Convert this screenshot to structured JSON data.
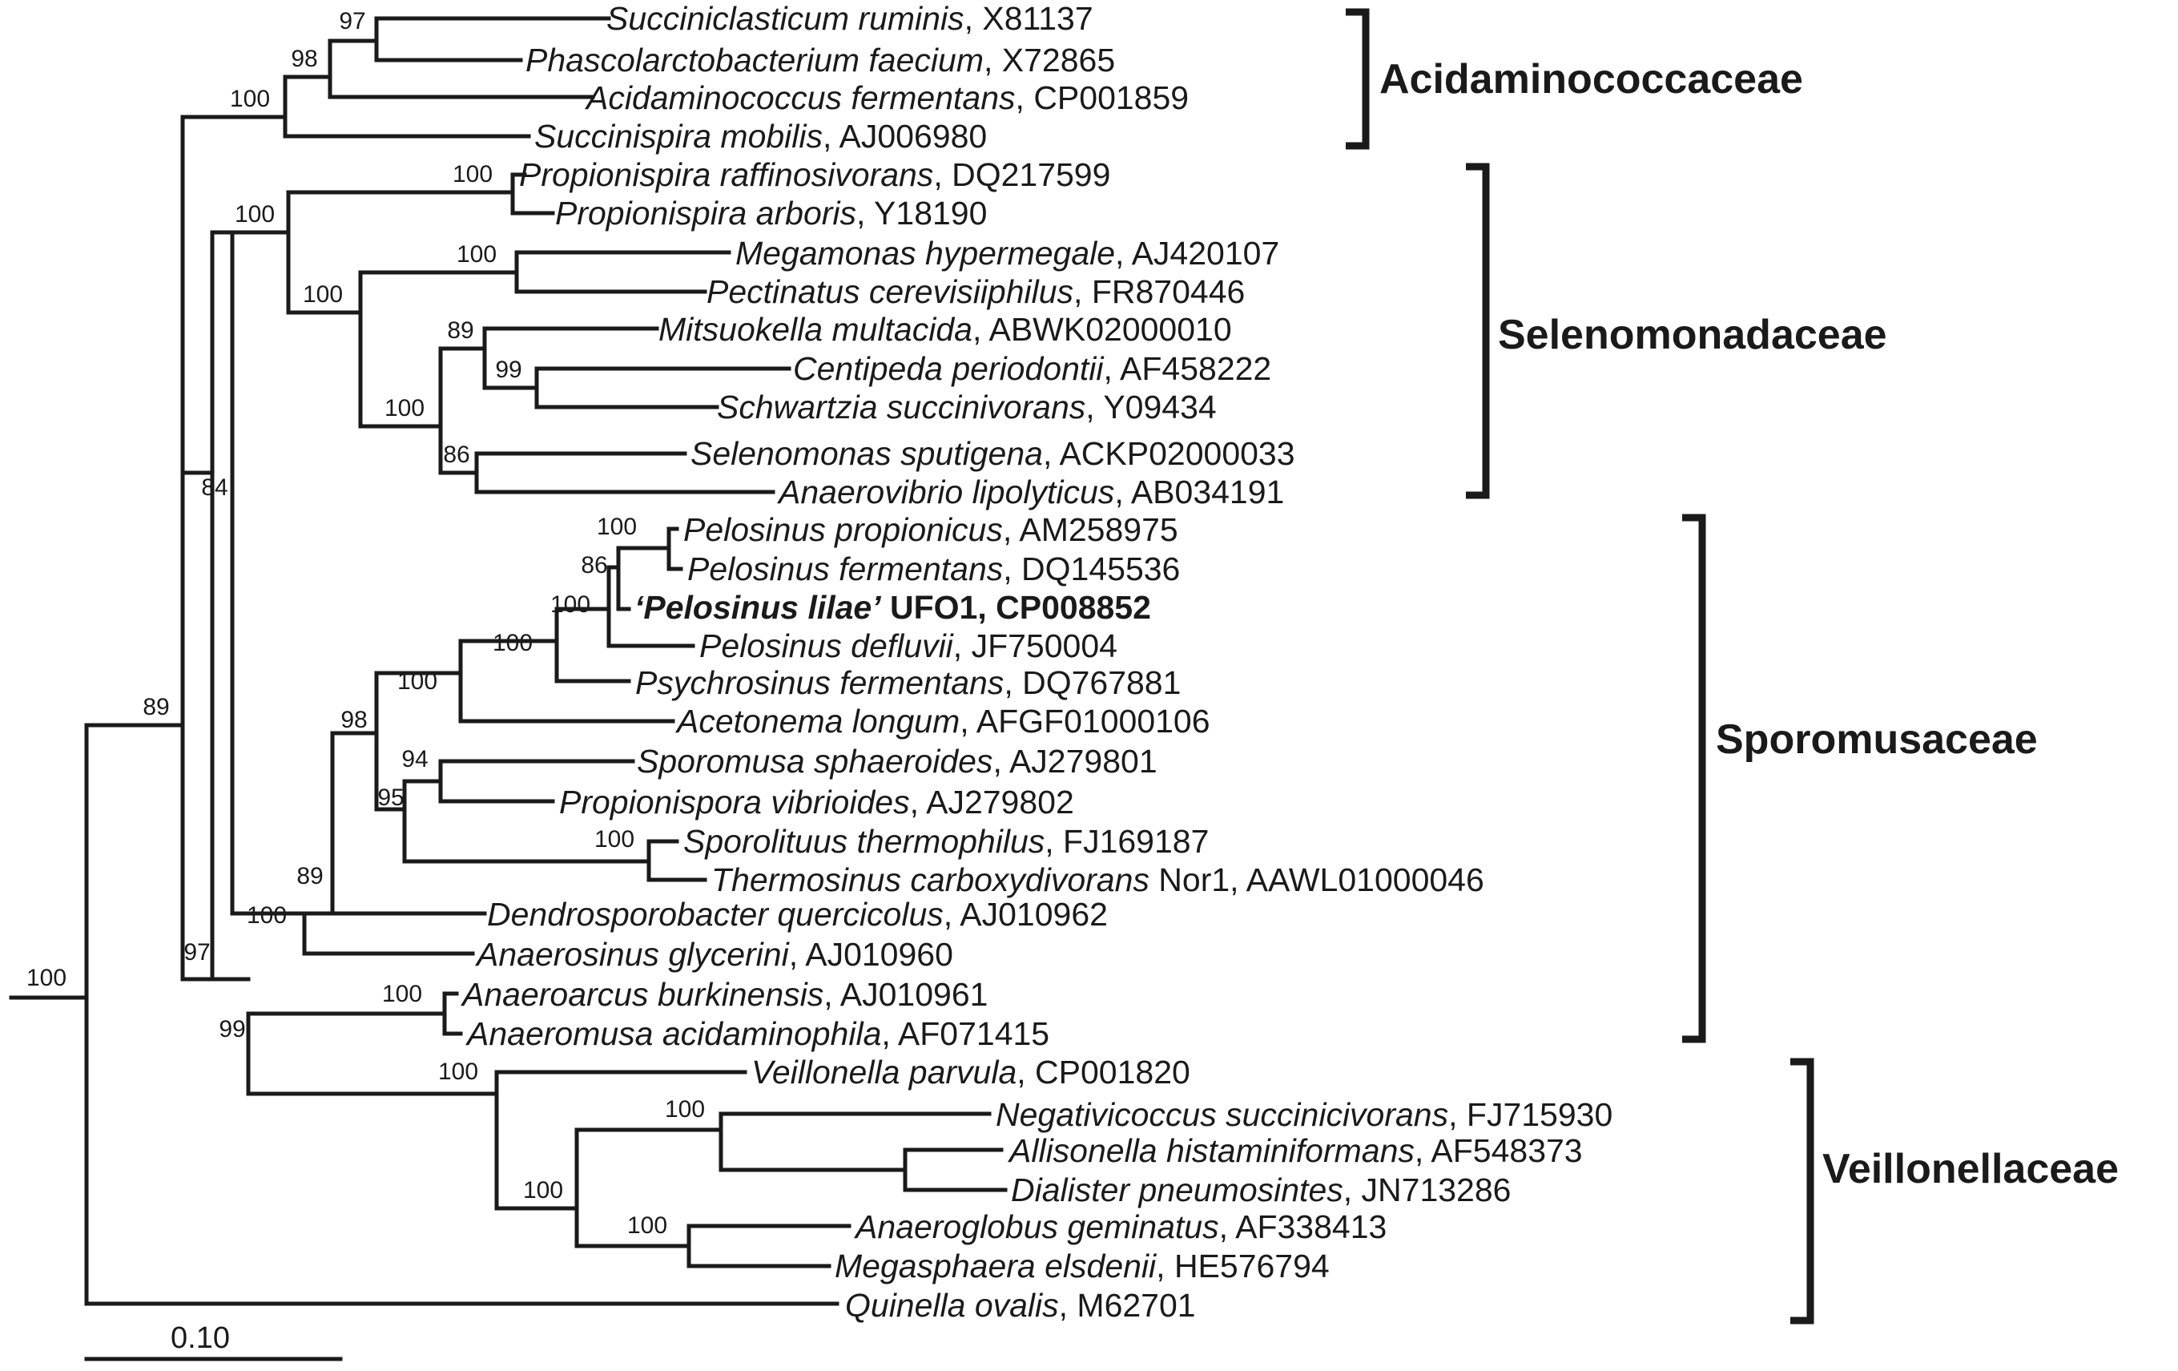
{
  "taxa": {
    "t1": {
      "species": "Succiniclasticum ruminis",
      "accession": ", X81137"
    },
    "t2": {
      "species": "Phascolarctobacterium faecium",
      "accession": ", X72865"
    },
    "t3": {
      "species": "Acidaminococcus fermentans",
      "accession": ", CP001859"
    },
    "t4": {
      "species": "Succinispira mobilis",
      "accession": ", AJ006980"
    },
    "t5": {
      "species": "Propionispira raffinosivorans",
      "accession": ", DQ217599"
    },
    "t6": {
      "species": "Propionispira arboris",
      "accession": ", Y18190"
    },
    "t7": {
      "species": "Megamonas hypermegale",
      "accession": ", AJ420107"
    },
    "t8": {
      "species": "Pectinatus cerevisiiphilus",
      "accession": ", FR870446"
    },
    "t9": {
      "species": "Mitsuokella multacida",
      "accession": ", ABWK02000010"
    },
    "t10": {
      "species": "Centipeda periodontii",
      "accession": ", AF458222"
    },
    "t11": {
      "species": "Schwartzia succinivorans",
      "accession": ", Y09434"
    },
    "t12": {
      "species": "Selenomonas sputigena",
      "accession": ", ACKP02000033"
    },
    "t13": {
      "species": "Anaerovibrio lipolyticus",
      "accession": ", AB034191"
    },
    "t14": {
      "species": "Pelosinus propionicus",
      "accession": ", AM258975"
    },
    "t15": {
      "species": "Pelosinus fermentans",
      "accession": ", DQ145536"
    },
    "t16": {
      "species": "‘Pelosinus lilae’",
      "accession": " UFO1, CP008852"
    },
    "t17": {
      "species": "Pelosinus defluvii",
      "accession": ", JF750004"
    },
    "t18": {
      "species": "Psychrosinus fermentans",
      "accession": ", DQ767881"
    },
    "t19": {
      "species": "Acetonema longum",
      "accession": ", AFGF01000106"
    },
    "t20": {
      "species": "Sporomusa sphaeroides",
      "accession": ", AJ279801"
    },
    "t21": {
      "species": "Propionispora vibrioides",
      "accession": ", AJ279802"
    },
    "t22": {
      "species": "Sporolituus thermophilus",
      "accession": ", FJ169187"
    },
    "t23": {
      "species": "Thermosinus carboxydivorans",
      "accession": " Nor1, AAWL01000046"
    },
    "t24": {
      "species": "Dendrosporobacter quercicolus",
      "accession": ", AJ010962"
    },
    "t25": {
      "species": "Anaerosinus glycerini",
      "accession": ", AJ010960"
    },
    "t26": {
      "species": "Anaeroarcus burkinensis",
      "accession": ", AJ010961"
    },
    "t27": {
      "species": "Anaeromusa acidaminophila",
      "accession": ", AF071415"
    },
    "t28": {
      "species": "Veillonella parvula",
      "accession": ", CP001820"
    },
    "t29": {
      "species": "Negativicoccus succinicivorans",
      "accession": ", FJ715930"
    },
    "t30": {
      "species": "Allisonella histaminiformans",
      "accession": ", AF548373"
    },
    "t31": {
      "species": "Dialister pneumosintes",
      "accession": ", JN713286"
    },
    "t32": {
      "species": "Anaeroglobus geminatus",
      "accession": ", AF338413"
    },
    "t33": {
      "species": "Megasphaera elsdenii",
      "accession": ", HE576794"
    },
    "t34": {
      "species": "Quinella ovalis",
      "accession": ", M62701"
    }
  },
  "bootstrap": {
    "b_root": "100",
    "b_89": "89",
    "b_ac100": "100",
    "b_98": "98",
    "b_97top": "97",
    "b_84": "84",
    "b_sel100": "100",
    "b_prop100": "100",
    "b_sel100b": "100",
    "b_mega100": "100",
    "b_sel100c": "100",
    "b_mits89": "89",
    "b_cent99": "99",
    "b_sele86": "86",
    "b_97low": "97",
    "b_spo100": "100",
    "b_spo89": "89",
    "b_spo98": "98",
    "b_ace100": "100",
    "b_psy100": "100",
    "b_pel100": "100",
    "b_pel86": "86",
    "b_pel100b": "100",
    "b_spor95": "95",
    "b_spor94": "94",
    "b_spl100": "100",
    "b_99": "99",
    "b_anar100": "100",
    "b_vei100": "100",
    "b_vei100b": "100",
    "b_neg100": "100",
    "b_ang100": "100"
  },
  "families": {
    "acid": "Acidaminococcaceae",
    "sele": "Selenomonadaceae",
    "spor": "Sporomusaceae",
    "veil": "Veillonellaceae"
  },
  "scale_bar": {
    "label": "0.10"
  }
}
